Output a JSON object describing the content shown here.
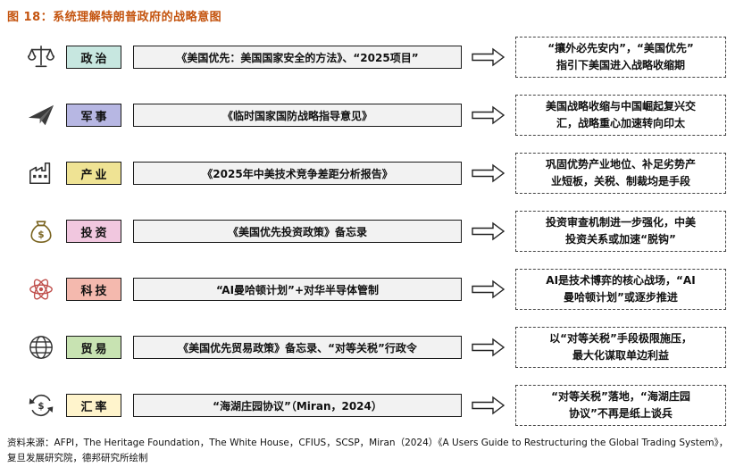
{
  "title": "图 18：系统理解特朗普政府的战略意图",
  "theme": {
    "accent": "#C4540F"
  },
  "rows": [
    {
      "icon": "scales-icon",
      "label": "政治",
      "label_color": "#C7E7E0",
      "doc": "《美国优先：美国国家安全的方法》、“2025项目”",
      "result": "“攘外必先安内”，“美国优先”\n指引下美国进入战略收缩期"
    },
    {
      "icon": "fighter-jet-icon",
      "label": "军事",
      "label_color": "#B7B7E3",
      "doc": "《临时国家国防战略指导意见》",
      "result": "美国战略收缩与中国崛起复兴交\n汇，战略重心加速转向印太"
    },
    {
      "icon": "factory-icon",
      "label": "产业",
      "label_color": "#EFE394",
      "doc": "《2025年中美技术竞争差距分析报告》",
      "result": "巩固优势产业地位、补足劣势产\n业短板，关税、制裁均是手段"
    },
    {
      "icon": "money-bag-icon",
      "label": "投资",
      "label_color": "#F1C7DF",
      "doc": "《美国优先投资政策》备忘录",
      "result": "投资审查机制进一步强化，中美\n投资关系或加速“脱钩”"
    },
    {
      "icon": "atom-icon",
      "label": "科技",
      "label_color": "#F4B9AE",
      "doc": "“AI曼哈顿计划”+对华半导体管制",
      "result": "AI是技术博弈的核心战场，“AI\n曼哈顿计划”或逐步推进"
    },
    {
      "icon": "globe-icon",
      "label": "贸易",
      "label_color": "#C8E3B2",
      "doc": "《美国优先贸易政策》备忘录、“对等关税”行政令",
      "result": "以“对等关税”手段极限施压，\n最大化谋取单边利益"
    },
    {
      "icon": "currency-exchange-icon",
      "label": "汇率",
      "label_color": "#FFF4CC",
      "doc": "“海湖庄园协议”（Miran，2024）",
      "result": "“对等关税”落地，“海湖庄园\n协议”不再是纸上谈兵"
    }
  ],
  "source": {
    "line1": "资料来源：AFPI，The Heritage Foundation，The White House，CFIUS，SCSP，Miran（2024）《A Users Guide to Restructuring the Global Trading System》，",
    "line2": "复旦发展研究院，德邦研究所绘制"
  }
}
